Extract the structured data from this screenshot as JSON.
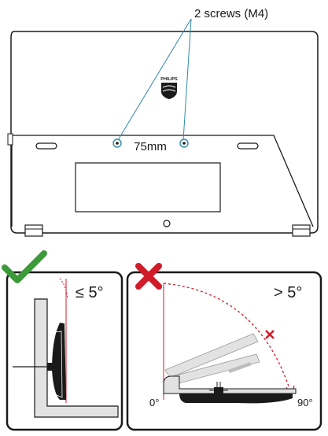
{
  "top_diagram": {
    "screws_label": "2 screws (M4)",
    "spacing_label": "75mm",
    "brand": "PHILIPS"
  },
  "bottom_left": {
    "status": "ok",
    "check_color": "#3c9a3a",
    "limit_label": "≤ 5°"
  },
  "bottom_right": {
    "status": "not-ok",
    "cross_color": "#d01c2a",
    "limit_label": "> 5°",
    "angle_start_label": "0°",
    "angle_end_label": "90°"
  },
  "colors": {
    "leader_line": "#2a8aa6",
    "screw": "#2a8aa6",
    "tilt_arc": "#d01c2a",
    "outline": "#1a1a1a"
  }
}
